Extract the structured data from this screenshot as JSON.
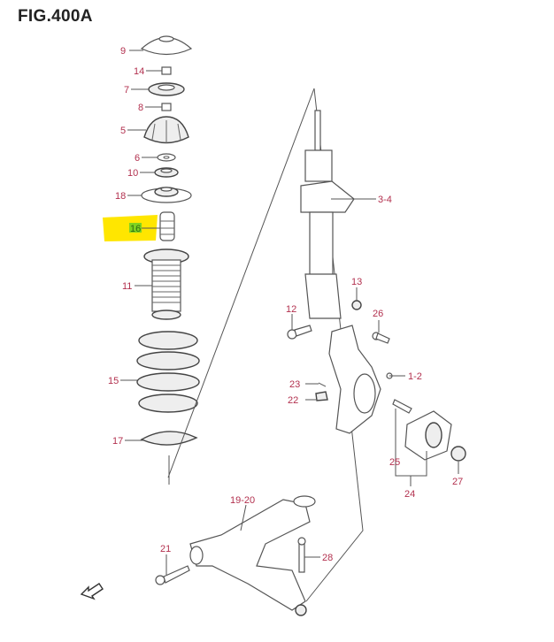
{
  "figure": {
    "title": "FIG.400A"
  },
  "labels": {
    "p9": "9",
    "p14": "14",
    "p7": "7",
    "p8": "8",
    "p5": "5",
    "p6": "6",
    "p10": "10",
    "p18": "18",
    "p16": "16",
    "p11": "11",
    "p15": "15",
    "p17": "17",
    "p3_4": "3-4",
    "p13": "13",
    "p12": "12",
    "p26": "26",
    "p1_2": "1-2",
    "p23": "23",
    "p22": "22",
    "p25": "25",
    "p24": "24",
    "p27": "27",
    "p19_20": "19-20",
    "p21": "21",
    "p28": "28"
  },
  "highlight": {
    "color": "#ffe600",
    "label_color": "#7ed321",
    "part": "16"
  },
  "icons": {
    "front-arrow": "front-direction-arrow-icon"
  }
}
